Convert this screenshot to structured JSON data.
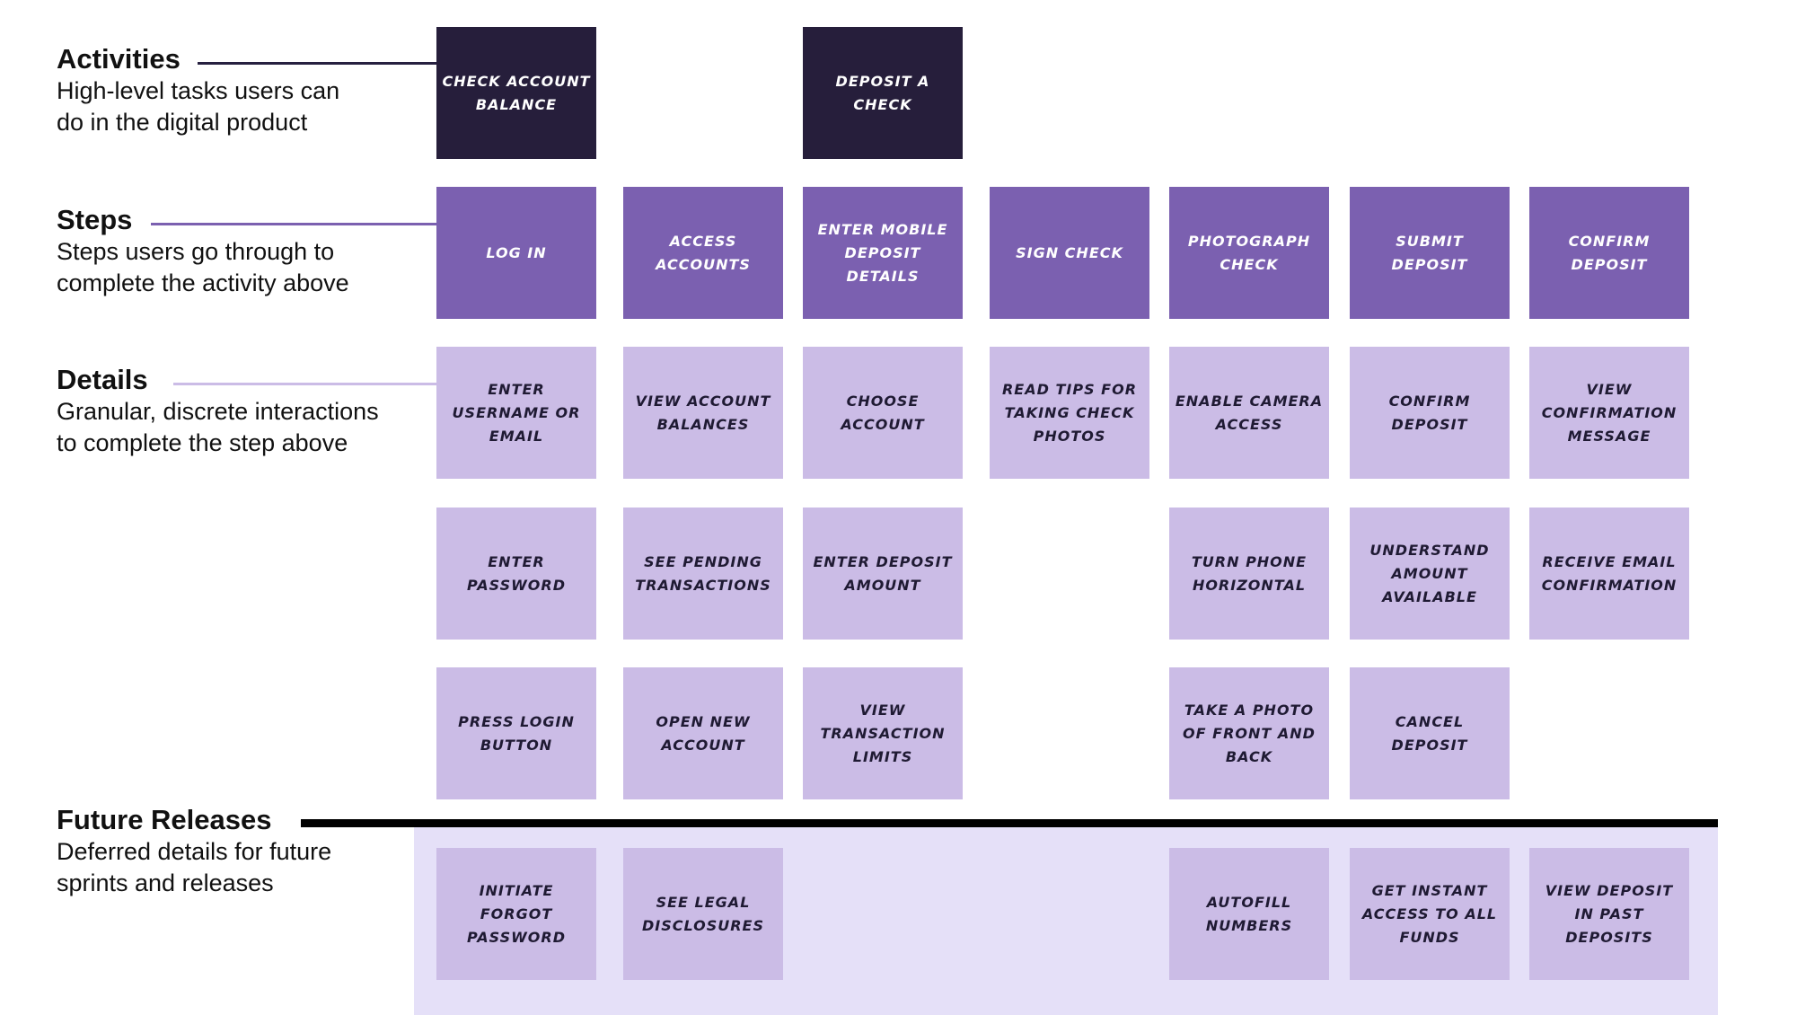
{
  "legend": {
    "activities": {
      "title": "Activities",
      "desc_line1": "High-level tasks users can",
      "desc_line2": "do in the digital product"
    },
    "steps": {
      "title": "Steps",
      "desc_line1": "Steps users go through to",
      "desc_line2": "complete the activity above"
    },
    "details": {
      "title": "Details",
      "desc_line1": "Granular, discrete interactions",
      "desc_line2": "to complete the step above"
    },
    "future": {
      "title": "Future Releases",
      "desc_line1": "Deferred details for future",
      "desc_line2": "sprints and releases"
    }
  },
  "colors": {
    "activity": "#261e3b",
    "step": "#7b60b0",
    "detail": "#cbbce6",
    "future_panel": "#e5e0f8"
  },
  "activities": [
    "Check account balance",
    "Deposit a check"
  ],
  "steps": [
    "Log in",
    "Access accounts",
    "Enter mobile deposit details",
    "Sign check",
    "Photograph check",
    "Submit deposit",
    "Confirm deposit"
  ],
  "details_row1": [
    "Enter username or email",
    "View account balances",
    "Choose account",
    "Read tips for taking check photos",
    "Enable camera access",
    "Confirm deposit",
    "View confirmation message"
  ],
  "details_row2": [
    "Enter password",
    "See pending transactions",
    "Enter deposit amount",
    "Turn phone horizontal",
    "Understand amount available",
    "Receive email confirmation"
  ],
  "details_row3": [
    "Press login button",
    "Open new account",
    "View transaction limits",
    "Take a photo of front and back",
    "Cancel deposit"
  ],
  "future": [
    "Initiate forgot password",
    "See legal disclosures",
    "Autofill numbers",
    "Get instant access to all funds",
    "View deposit in past deposits"
  ]
}
